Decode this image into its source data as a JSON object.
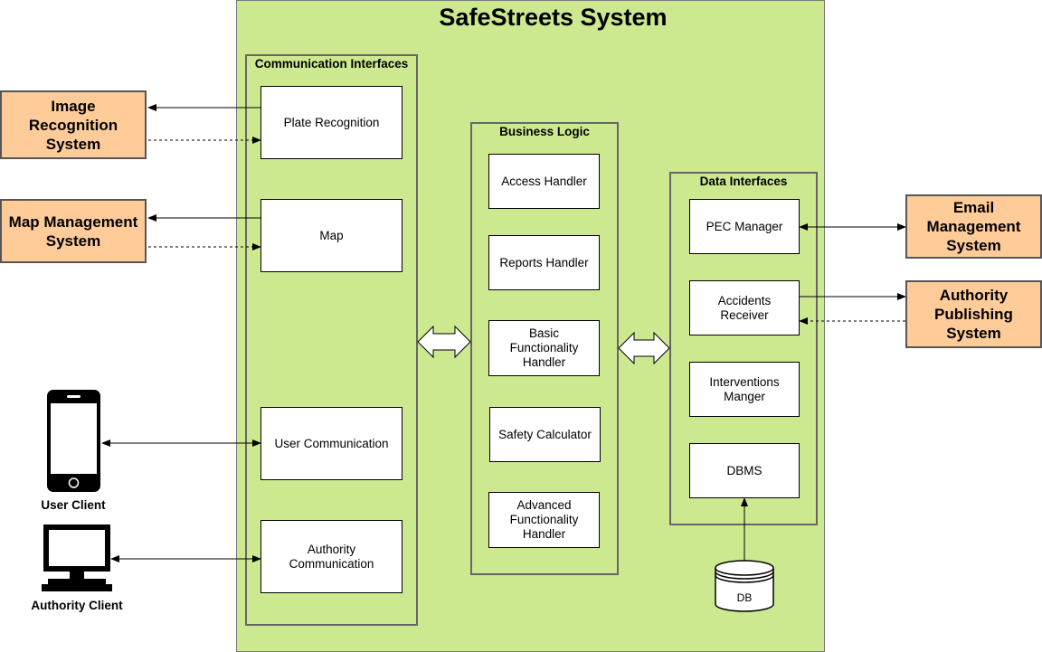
{
  "diagram": {
    "title": "SafeStreets System",
    "groups": {
      "communication": "Communication Interfaces",
      "business": "Business Logic",
      "data": "Data Interfaces"
    },
    "communication_components": {
      "plate": "Plate Recognition",
      "map": "Map",
      "user": "User Communication",
      "authority": "Authority Communication"
    },
    "business_components": {
      "access": "Access Handler",
      "reports": "Reports Handler",
      "basic": "Basic Functionality Handler",
      "safety": "Safety Calculator",
      "advanced": "Advanced Functionality Handler"
    },
    "data_components": {
      "pec": "PEC Manager",
      "accidents": "Accidents Receiver",
      "interventions": "Interventions Manger",
      "dbms": "DBMS"
    },
    "database": "DB",
    "external_systems": {
      "image": "Image Recognition System",
      "map": "Map Management System",
      "email": "Email Management System",
      "authority": "Authority Publishing System"
    },
    "clients": {
      "user": "User Client",
      "authority": "Authority Client"
    }
  },
  "colors": {
    "system_fill": "#cde990",
    "external_fill": "#ffcc99",
    "component_fill": "#ffffff",
    "group_border": "#666666"
  },
  "icons": {
    "user_client": "smartphone-icon",
    "authority_client": "desktop-computer-icon",
    "database": "database-cylinder-icon"
  }
}
